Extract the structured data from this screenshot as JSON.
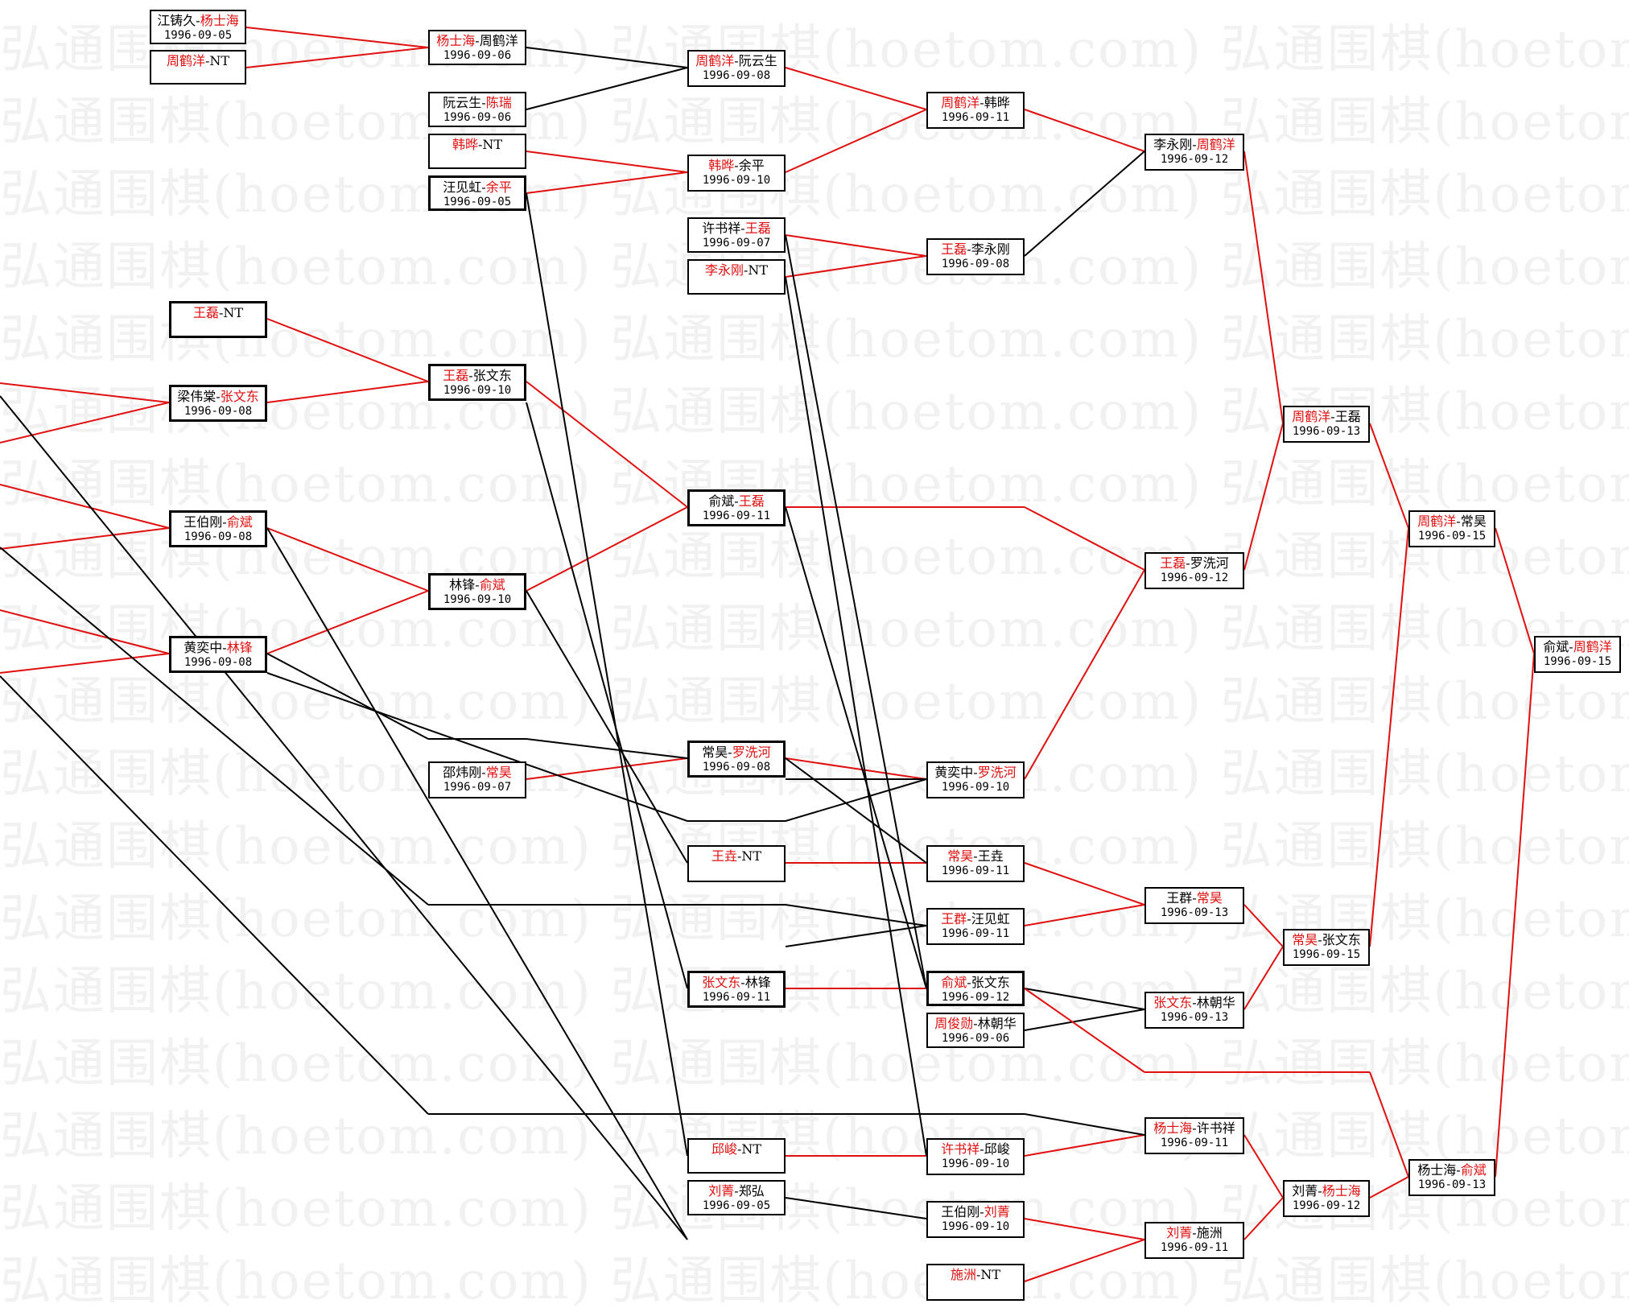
{
  "colors": {
    "winner": "#e01010",
    "loser": "#000000",
    "win_line": "#e01010",
    "lose_line": "#000000",
    "watermark": "#f1f1f1"
  },
  "watermark_text": "弘通围棋(hoetom.com)",
  "nodes": {
    "n1": {
      "p1": "江铸久",
      "p2": "杨士海",
      "winner": 2,
      "date": "1996-09-05"
    },
    "n2": {
      "p1": "周鹤洋",
      "p2": "NT",
      "winner": 1,
      "date": ""
    },
    "n3": {
      "p1": "杨士海",
      "p2": "周鹤洋",
      "winner": 1,
      "date": "1996-09-06"
    },
    "n4": {
      "p1": "阮云生",
      "p2": "陈瑞",
      "winner": 2,
      "date": "1996-09-06"
    },
    "n5": {
      "p1": "韩晔",
      "p2": "NT",
      "winner": 1,
      "date": ""
    },
    "n6": {
      "p1": "汪见虹",
      "p2": "余平",
      "winner": 2,
      "date": "1996-09-05"
    },
    "n7": {
      "p1": "王磊",
      "p2": "NT",
      "winner": 1,
      "date": ""
    },
    "n8": {
      "p1": "梁伟棠",
      "p2": "张文东",
      "winner": 2,
      "date": "1996-09-08"
    },
    "n9": {
      "p1": "王伯刚",
      "p2": "俞斌",
      "winner": 2,
      "date": "1996-09-08"
    },
    "n10": {
      "p1": "黄奕中",
      "p2": "林锋",
      "winner": 2,
      "date": "1996-09-08"
    },
    "n11": {
      "p1": "王磊",
      "p2": "张文东",
      "winner": 1,
      "date": "1996-09-10"
    },
    "n12": {
      "p1": "林锋",
      "p2": "俞斌",
      "winner": 2,
      "date": "1996-09-10"
    },
    "n13": {
      "p1": "邵炜刚",
      "p2": "常昊",
      "winner": 2,
      "date": "1996-09-07"
    },
    "n14": {
      "p1": "周鹤洋",
      "p2": "阮云生",
      "winner": 1,
      "date": "1996-09-08"
    },
    "n15": {
      "p1": "韩晔",
      "p2": "余平",
      "winner": 1,
      "date": "1996-09-10"
    },
    "n16": {
      "p1": "许书祥",
      "p2": "王磊",
      "winner": 2,
      "date": "1996-09-07"
    },
    "n17": {
      "p1": "李永刚",
      "p2": "NT",
      "winner": 1,
      "date": ""
    },
    "n18": {
      "p1": "俞斌",
      "p2": "王磊",
      "winner": 2,
      "date": "1996-09-11"
    },
    "n19": {
      "p1": "常昊",
      "p2": "罗洗河",
      "winner": 2,
      "date": "1996-09-08"
    },
    "n20": {
      "p1": "王垚",
      "p2": "NT",
      "winner": 1,
      "date": ""
    },
    "n21": {
      "p1": "张文东",
      "p2": "林锋",
      "winner": 1,
      "date": "1996-09-11"
    },
    "n22": {
      "p1": "邱峻",
      "p2": "NT",
      "winner": 1,
      "date": ""
    },
    "n23": {
      "p1": "刘菁",
      "p2": "郑弘",
      "winner": 1,
      "date": "1996-09-05"
    },
    "n24": {
      "p1": "周鹤洋",
      "p2": "韩晔",
      "winner": 1,
      "date": "1996-09-11"
    },
    "n25": {
      "p1": "王磊",
      "p2": "李永刚",
      "winner": 1,
      "date": "1996-09-08"
    },
    "n26": {
      "p1": "黄奕中",
      "p2": "罗洗河",
      "winner": 2,
      "date": "1996-09-10"
    },
    "n27": {
      "p1": "常昊",
      "p2": "王垚",
      "winner": 1,
      "date": "1996-09-11"
    },
    "n28": {
      "p1": "王群",
      "p2": "汪见虹",
      "winner": 1,
      "date": "1996-09-11"
    },
    "n29": {
      "p1": "俞斌",
      "p2": "张文东",
      "winner": 1,
      "date": "1996-09-12"
    },
    "n30": {
      "p1": "周俊勋",
      "p2": "林朝华",
      "winner": 1,
      "date": "1996-09-06"
    },
    "n31": {
      "p1": "许书祥",
      "p2": "邱峻",
      "winner": 1,
      "date": "1996-09-10"
    },
    "n32": {
      "p1": "王伯刚",
      "p2": "刘菁",
      "winner": 2,
      "date": "1996-09-10"
    },
    "n33": {
      "p1": "施洲",
      "p2": "NT",
      "winner": 1,
      "date": ""
    },
    "n34": {
      "p1": "李永刚",
      "p2": "周鹤洋",
      "winner": 2,
      "date": "1996-09-12"
    },
    "n35": {
      "p1": "王磊",
      "p2": "罗洗河",
      "winner": 1,
      "date": "1996-09-12"
    },
    "n36": {
      "p1": "王群",
      "p2": "常昊",
      "winner": 2,
      "date": "1996-09-13"
    },
    "n37": {
      "p1": "张文东",
      "p2": "林朝华",
      "winner": 1,
      "date": "1996-09-13"
    },
    "n38": {
      "p1": "杨士海",
      "p2": "许书祥",
      "winner": 1,
      "date": "1996-09-11"
    },
    "n39": {
      "p1": "刘菁",
      "p2": "施洲",
      "winner": 1,
      "date": "1996-09-11"
    },
    "n40": {
      "p1": "周鹤洋",
      "p2": "王磊",
      "winner": 1,
      "date": "1996-09-13"
    },
    "n41": {
      "p1": "常昊",
      "p2": "张文东",
      "winner": 1,
      "date": "1996-09-15"
    },
    "n42": {
      "p1": "刘菁",
      "p2": "杨士海",
      "winner": 2,
      "date": "1996-09-12"
    },
    "n43": {
      "p1": "周鹤洋",
      "p2": "常昊",
      "winner": 1,
      "date": "1996-09-15"
    },
    "n44": {
      "p1": "杨士海",
      "p2": "俞斌",
      "winner": 2,
      "date": "1996-09-13"
    },
    "n45": {
      "p1": "俞斌",
      "p2": "周鹤洋",
      "winner": 2,
      "date": "1996-09-15"
    }
  }
}
